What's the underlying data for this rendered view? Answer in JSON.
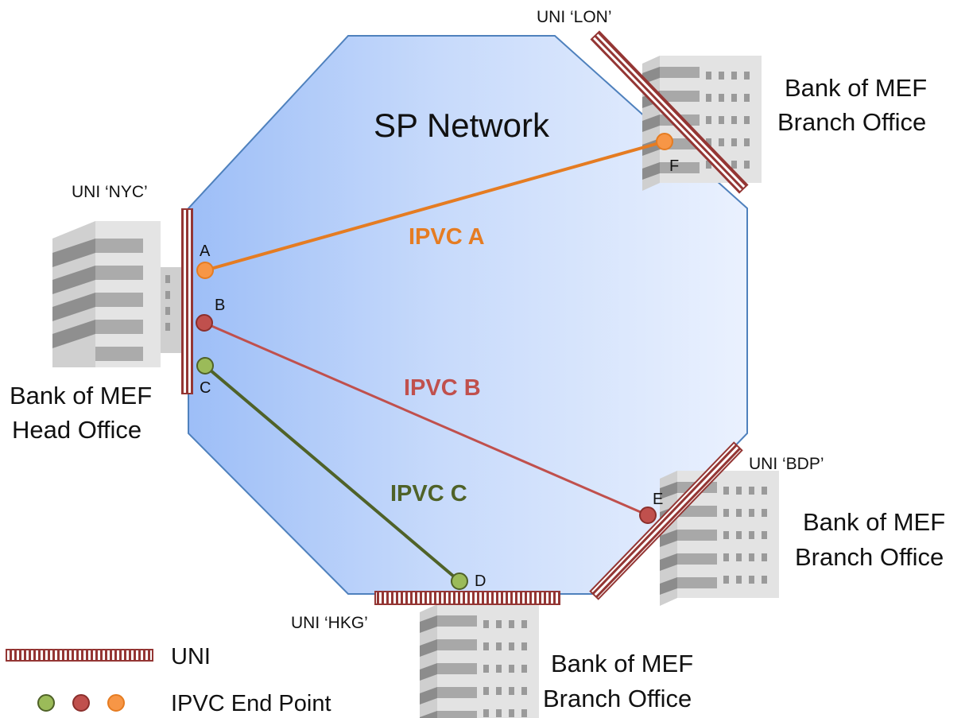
{
  "network": {
    "title": "SP Network"
  },
  "sites": {
    "nyc": {
      "uni_label": "UNI ‘NYC’",
      "line1": "Bank of MEF",
      "line2": "Head Office"
    },
    "lon": {
      "uni_label": "UNI ‘LON’",
      "line1": "Bank of MEF",
      "line2": "Branch Office"
    },
    "bdp": {
      "uni_label": "UNI ‘BDP’",
      "line1": "Bank of MEF",
      "line2": "Branch Office"
    },
    "hkg": {
      "uni_label": "UNI ‘HKG’",
      "line1": "Bank of MEF",
      "line2": "Branch Office"
    }
  },
  "ipvcs": [
    {
      "name": "IPVC A",
      "color": "#E57C22",
      "from": "A",
      "to": "F"
    },
    {
      "name": "IPVC B",
      "color": "#C0504D",
      "from": "B",
      "to": "E"
    },
    {
      "name": "IPVC C",
      "color": "#4F6228",
      "from": "C",
      "to": "D"
    }
  ],
  "endpoints": {
    "A": {
      "label": "A",
      "fill": "#F79646",
      "stroke": "#E57C22"
    },
    "B": {
      "label": "B",
      "fill": "#C0504D",
      "stroke": "#8B2F2C"
    },
    "C": {
      "label": "C",
      "fill": "#9BBB59",
      "stroke": "#4F6228"
    },
    "D": {
      "label": "D",
      "fill": "#9BBB59",
      "stroke": "#4F6228"
    },
    "E": {
      "label": "E",
      "fill": "#C0504D",
      "stroke": "#8B2F2C"
    },
    "F": {
      "label": "F",
      "fill": "#F79646",
      "stroke": "#E57C22"
    }
  },
  "legend": {
    "uni": "UNI",
    "endpoint": "IPVC End Point"
  },
  "colors": {
    "uni_stripe": "#943634",
    "cloud_edge": "#4F81BD"
  }
}
